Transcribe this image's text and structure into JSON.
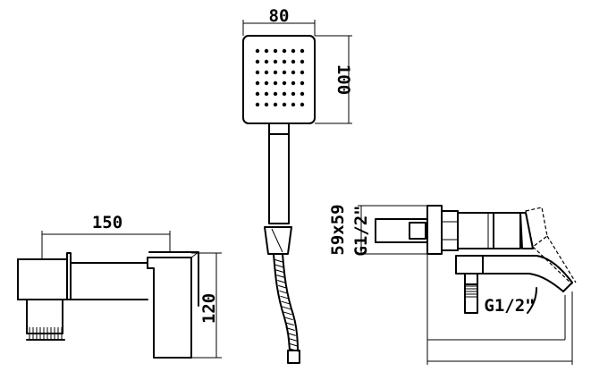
{
  "dimensions": {
    "shower_head_width": "80",
    "shower_head_height": "100",
    "mixer_width": "150",
    "mixer_height": "120",
    "flange_size": "59x59",
    "inlet_thread": "G1/2\"",
    "outlet_thread": "G1/2\""
  }
}
